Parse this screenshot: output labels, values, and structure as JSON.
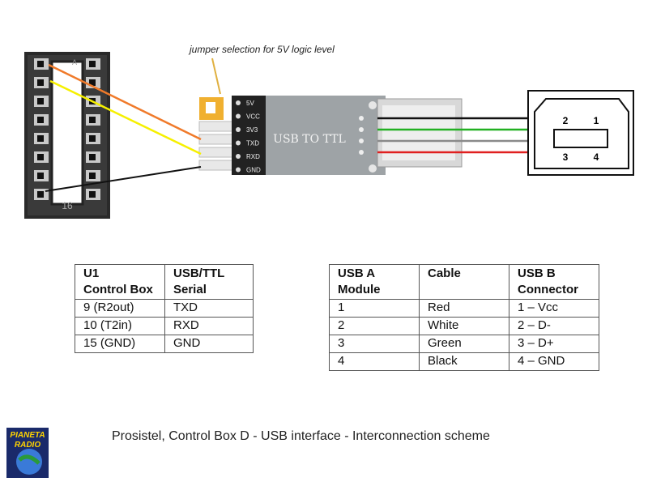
{
  "note": "jumper selection for 5V logic level",
  "socket": {
    "number_label": "16",
    "a_label": "A"
  },
  "module": {
    "title": "USB TO TTL",
    "pins": [
      "5V",
      "VCC",
      "3V3",
      "TXD",
      "RXD",
      "GND"
    ]
  },
  "connector": {
    "pins": [
      "2",
      "1",
      "3",
      "4"
    ]
  },
  "colors": {
    "orange": "#f07a2a",
    "yellow": "#f6f000",
    "black": "#111111",
    "green": "#22b022",
    "gray": "#8a8a8a",
    "red": "#e02020"
  },
  "table_u1": {
    "headers": [
      "U1\nControl Box",
      "USB/TTL\nSerial"
    ],
    "rows": [
      [
        "9 (R2out)",
        "TXD"
      ],
      [
        "10 (T2in)",
        "RXD"
      ],
      [
        "15 (GND)",
        "GND"
      ]
    ]
  },
  "table_usb": {
    "headers": [
      "USB A\nModule",
      "Cable",
      "USB B\nConnector"
    ],
    "rows": [
      [
        "1",
        "Red",
        "1 – Vcc"
      ],
      [
        "2",
        "White",
        "2 – D-"
      ],
      [
        "3",
        "Green",
        "3 – D+"
      ],
      [
        "4",
        "Black",
        "4 – GND"
      ]
    ]
  },
  "caption": "Prosistel, Control Box D - USB interface - Interconnection scheme",
  "logo_text": [
    "PIANETA",
    "RADIO"
  ]
}
